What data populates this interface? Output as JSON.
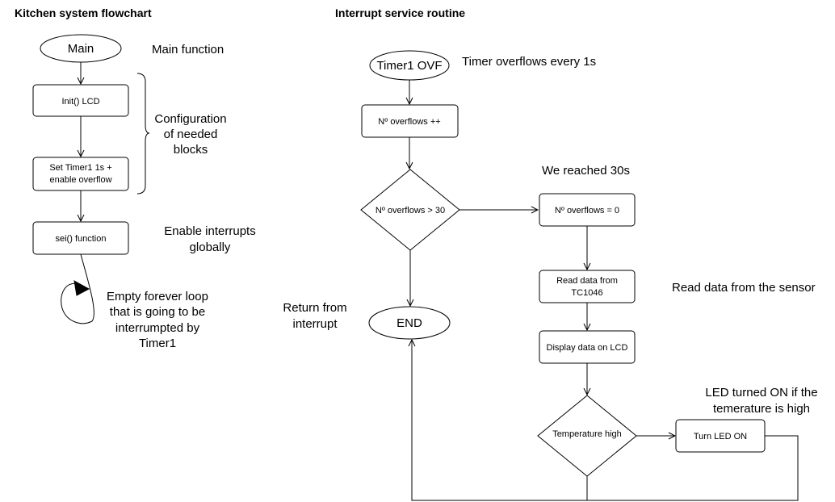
{
  "titles": {
    "left": "Kitchen system flowchart",
    "right": "Interrupt service routine"
  },
  "main_flow": {
    "main": "Main",
    "init_lcd": "Init() LCD",
    "set_timer_line1": "Set Timer1 1s +",
    "set_timer_line2": "enable overflow",
    "sei": "sei() function"
  },
  "main_notes": {
    "main_function": "Main function",
    "config_line1": "Configuration",
    "config_line2": "of needed",
    "config_line3": "blocks",
    "enable_line1": "Enable interrupts",
    "enable_line2": "globally",
    "loop_line1": "Empty forever loop",
    "loop_line2": "that is going to be",
    "loop_line3": "interrumpted by",
    "loop_line4": "Timer1"
  },
  "isr_flow": {
    "timer_ovf": "Timer1 OVF",
    "overflows_inc": "Nº overflows ++",
    "overflows_check": "Nº overflows > 30",
    "overflows_reset": "Nº overflows = 0",
    "read_line1": "Read data from",
    "read_line2": "TC1046",
    "display": "Display data on LCD",
    "temp_high": "Temperature high",
    "turn_led": "Turn LED ON",
    "end": "END"
  },
  "isr_notes": {
    "timer_overflow": "Timer overflows every 1s",
    "reached": "We reached 30s",
    "read_sensor": "Read data from the sensor",
    "return_line1": "Return from",
    "return_line2": "interrupt",
    "led_line1": "LED turned ON if the",
    "led_line2": "temerature is high"
  }
}
